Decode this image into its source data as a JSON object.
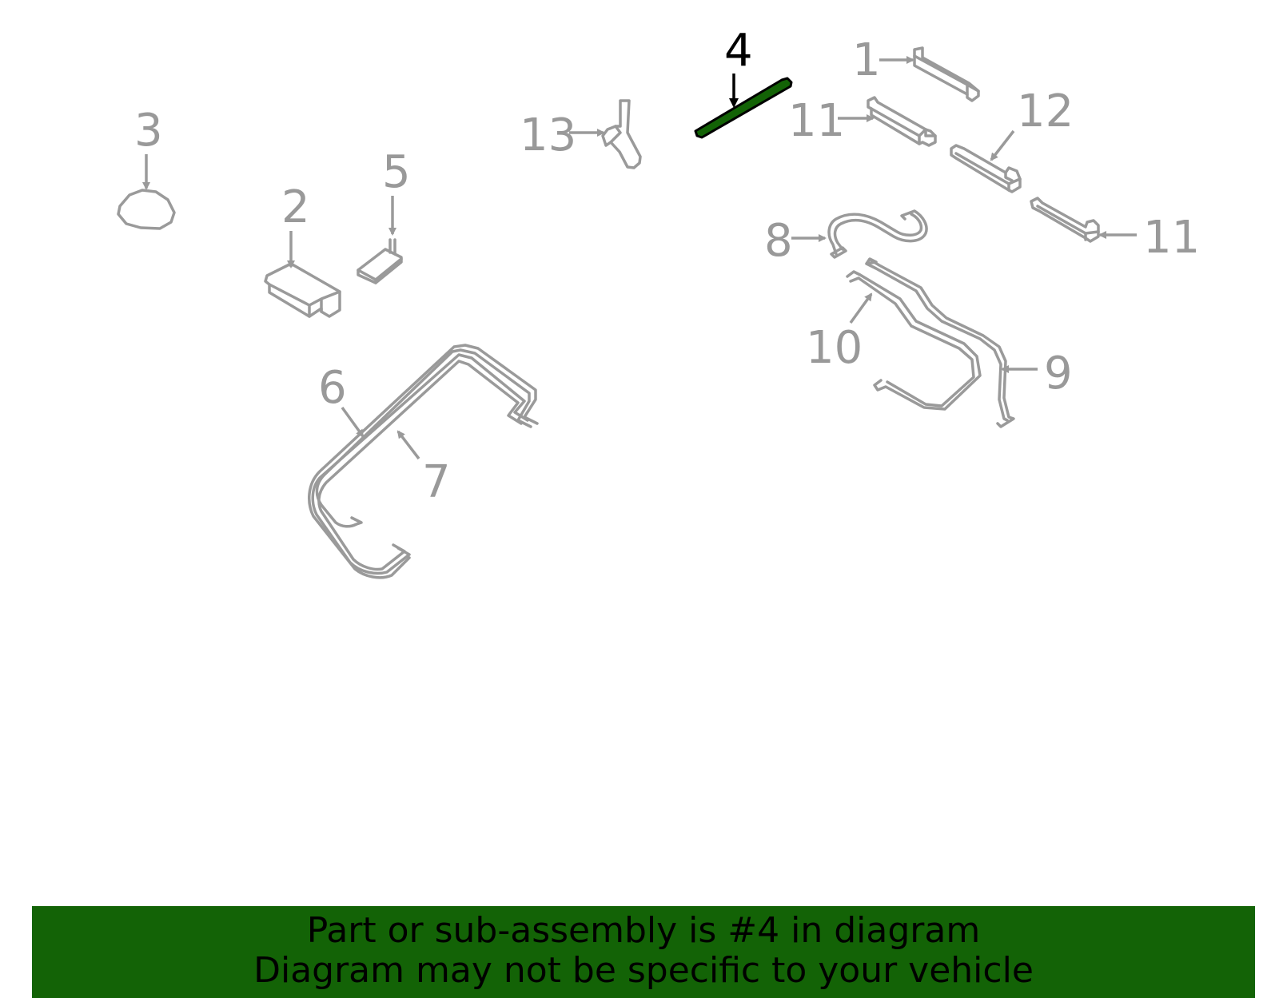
{
  "callouts": {
    "c1": "1",
    "c2": "2",
    "c3": "3",
    "c4": "4",
    "c5": "5",
    "c6": "6",
    "c7": "7",
    "c8": "8",
    "c9": "9",
    "c10": "10",
    "c11a": "11",
    "c11b": "11",
    "c12": "12",
    "c13": "13"
  },
  "highlight": {
    "part": "4",
    "color": "#136306"
  },
  "banner": {
    "line1": "Part or sub-assembly is #4 in diagram",
    "line2": "Diagram may not be specific to your vehicle",
    "color": "#136306"
  }
}
